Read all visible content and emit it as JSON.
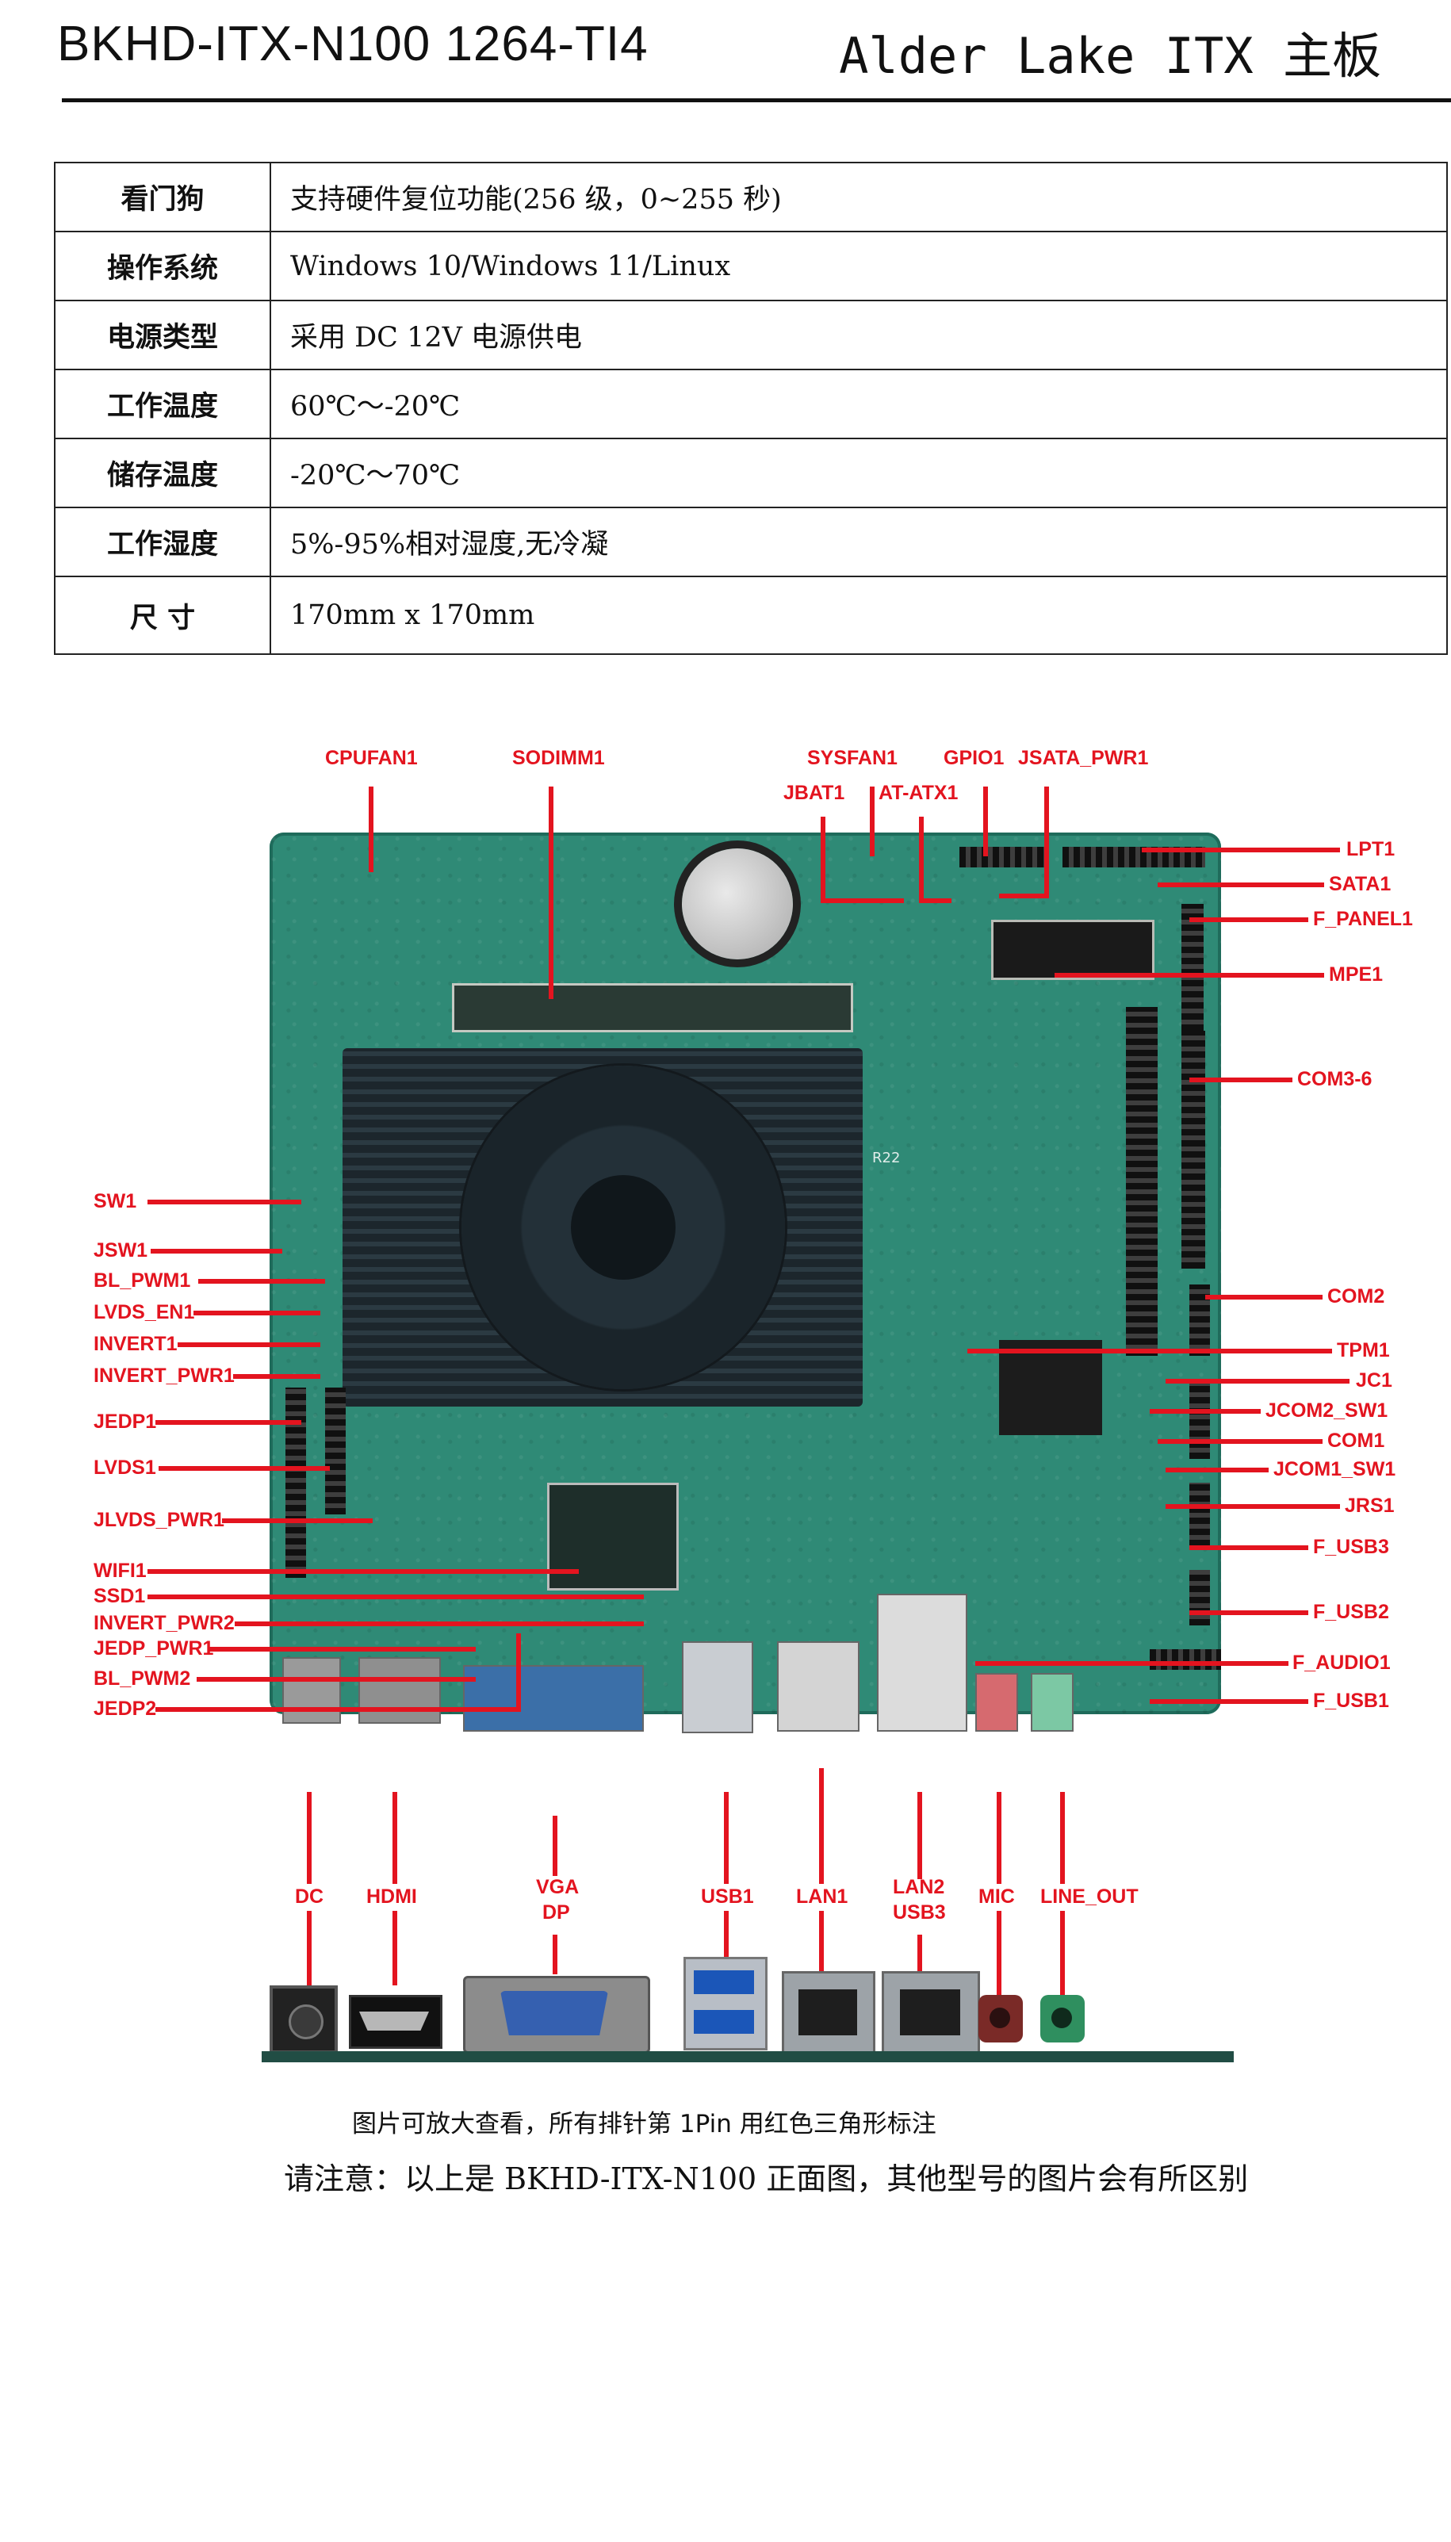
{
  "header": {
    "model": "BKHD-ITX-N100 1264-TI4",
    "title": "Alder Lake ITX 主板"
  },
  "specs": [
    {
      "key": "看门狗",
      "value": "支持硬件复位功能(256 级，0~255 秒)"
    },
    {
      "key": "操作系统",
      "value": "Windows 10/Windows 11/Linux"
    },
    {
      "key": "电源类型",
      "value": "采用 DC 12V 电源供电"
    },
    {
      "key": "工作温度",
      "value": "60℃～-20℃"
    },
    {
      "key": "储存温度",
      "value": "-20℃～70℃"
    },
    {
      "key": "工作湿度",
      "value": "5%-95%相对湿度,无冷凝"
    },
    {
      "key": "尺 寸",
      "value": "170mm x 170mm"
    }
  ],
  "labels": {
    "top": [
      "CPUFAN1",
      "SODIMM1",
      "SYSFAN1",
      "GPIO1",
      "JSATA_PWR1",
      "JBAT1",
      "AT-ATX1"
    ],
    "right": [
      "LPT1",
      "SATA1",
      "F_PANEL1",
      "MPE1",
      "COM3-6",
      "COM2",
      "TPM1",
      "JC1",
      "JCOM2_SW1",
      "COM1",
      "JCOM1_SW1",
      "JRS1",
      "F_USB3",
      "F_USB2",
      "F_AUDIO1",
      "F_USB1"
    ],
    "left": [
      "SW1",
      "JSW1",
      "BL_PWM1",
      "LVDS_EN1",
      "INVERT1",
      "INVERT_PWR1",
      "JEDP1",
      "LVDS1",
      "JLVDS_PWR1",
      "WIFI1",
      "SSD1",
      "INVERT_PWR2",
      "JEDP_PWR1",
      "BL_PWM2",
      "JEDP2"
    ],
    "bottom": [
      "DC",
      "HDMI",
      "VGA",
      "DP",
      "USB1",
      "LAN1",
      "LAN2",
      "USB3",
      "MIC",
      "LINE_OUT"
    ]
  },
  "board_print": {
    "pcie_marking": "R22"
  },
  "notes": {
    "line1": "图片可放大查看，所有排针第 1Pin 用红色三角形标注",
    "line2": "请注意：以上是 BKHD-ITX-N100 正面图，其他型号的图片会有所区别"
  },
  "colors": {
    "label_red": "#e3141f",
    "pcb_green": "#2f8a76"
  }
}
